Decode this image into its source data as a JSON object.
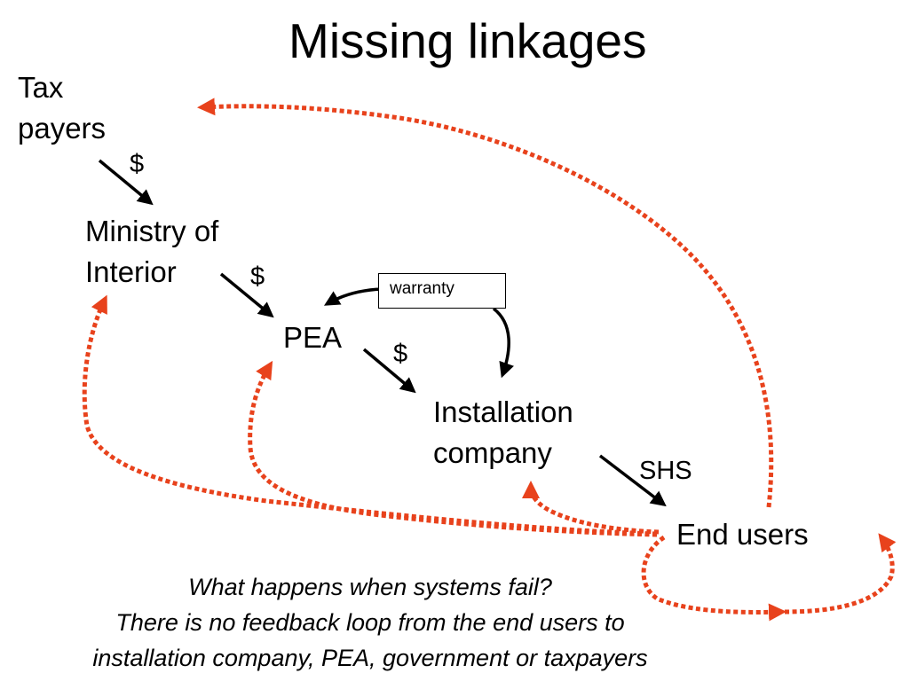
{
  "title": "Missing linkages",
  "nodes": {
    "tax_payers": [
      "Tax",
      "payers"
    ],
    "ministry": [
      "Ministry of",
      "Interior"
    ],
    "pea": "PEA",
    "installer": [
      "Installation",
      "company"
    ],
    "end_users": "End users"
  },
  "edge_labels": {
    "tax_to_ministry": "$",
    "ministry_to_pea": "$",
    "pea_to_installer": "$",
    "installer_to_users": "SHS"
  },
  "warranty": "warranty",
  "footer": [
    "What happens when systems fail?",
    "There is no feedback loop from the end users to",
    "installation company, PEA, government or taxpayers"
  ],
  "colors": {
    "flow": "#000000",
    "feedback": "#e8421c"
  }
}
